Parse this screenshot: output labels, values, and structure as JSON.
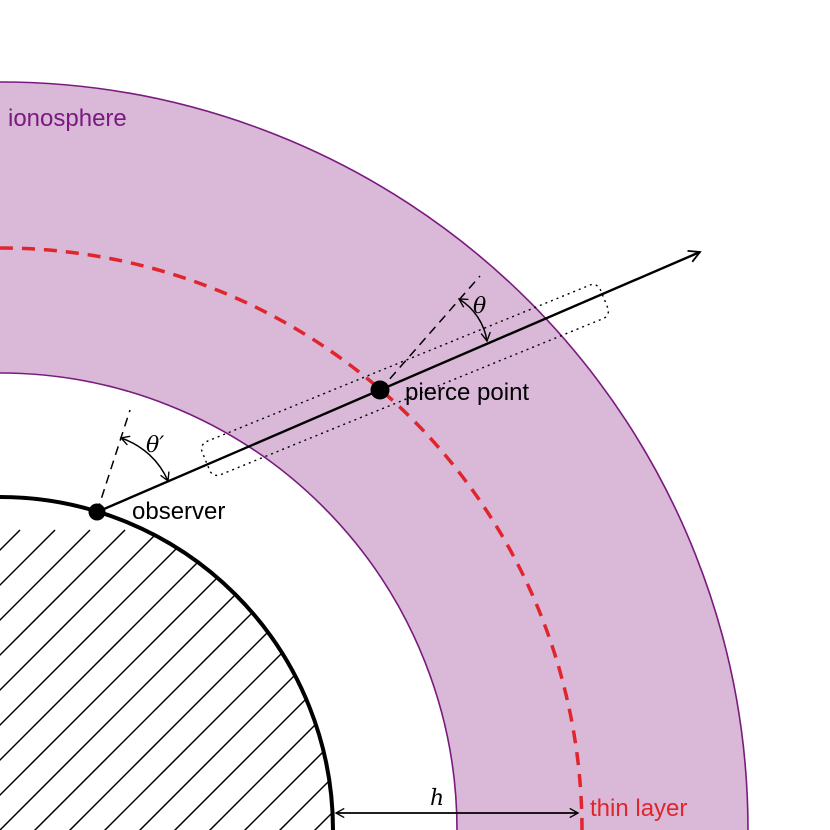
{
  "labels": {
    "ionosphere": "ionosphere",
    "pierce_point": "pierce point",
    "observer": "observer",
    "thin_layer": "thin layer",
    "theta": "θ",
    "theta_prime": "θ′",
    "h": "h"
  },
  "colors": {
    "ionosphere_fill": "#d9b8d8",
    "ionosphere_edge": "#7a1a7e",
    "ionosphere_text": "#7a1a7e",
    "thin_layer": "#e0262c",
    "earth": "#000000"
  }
}
